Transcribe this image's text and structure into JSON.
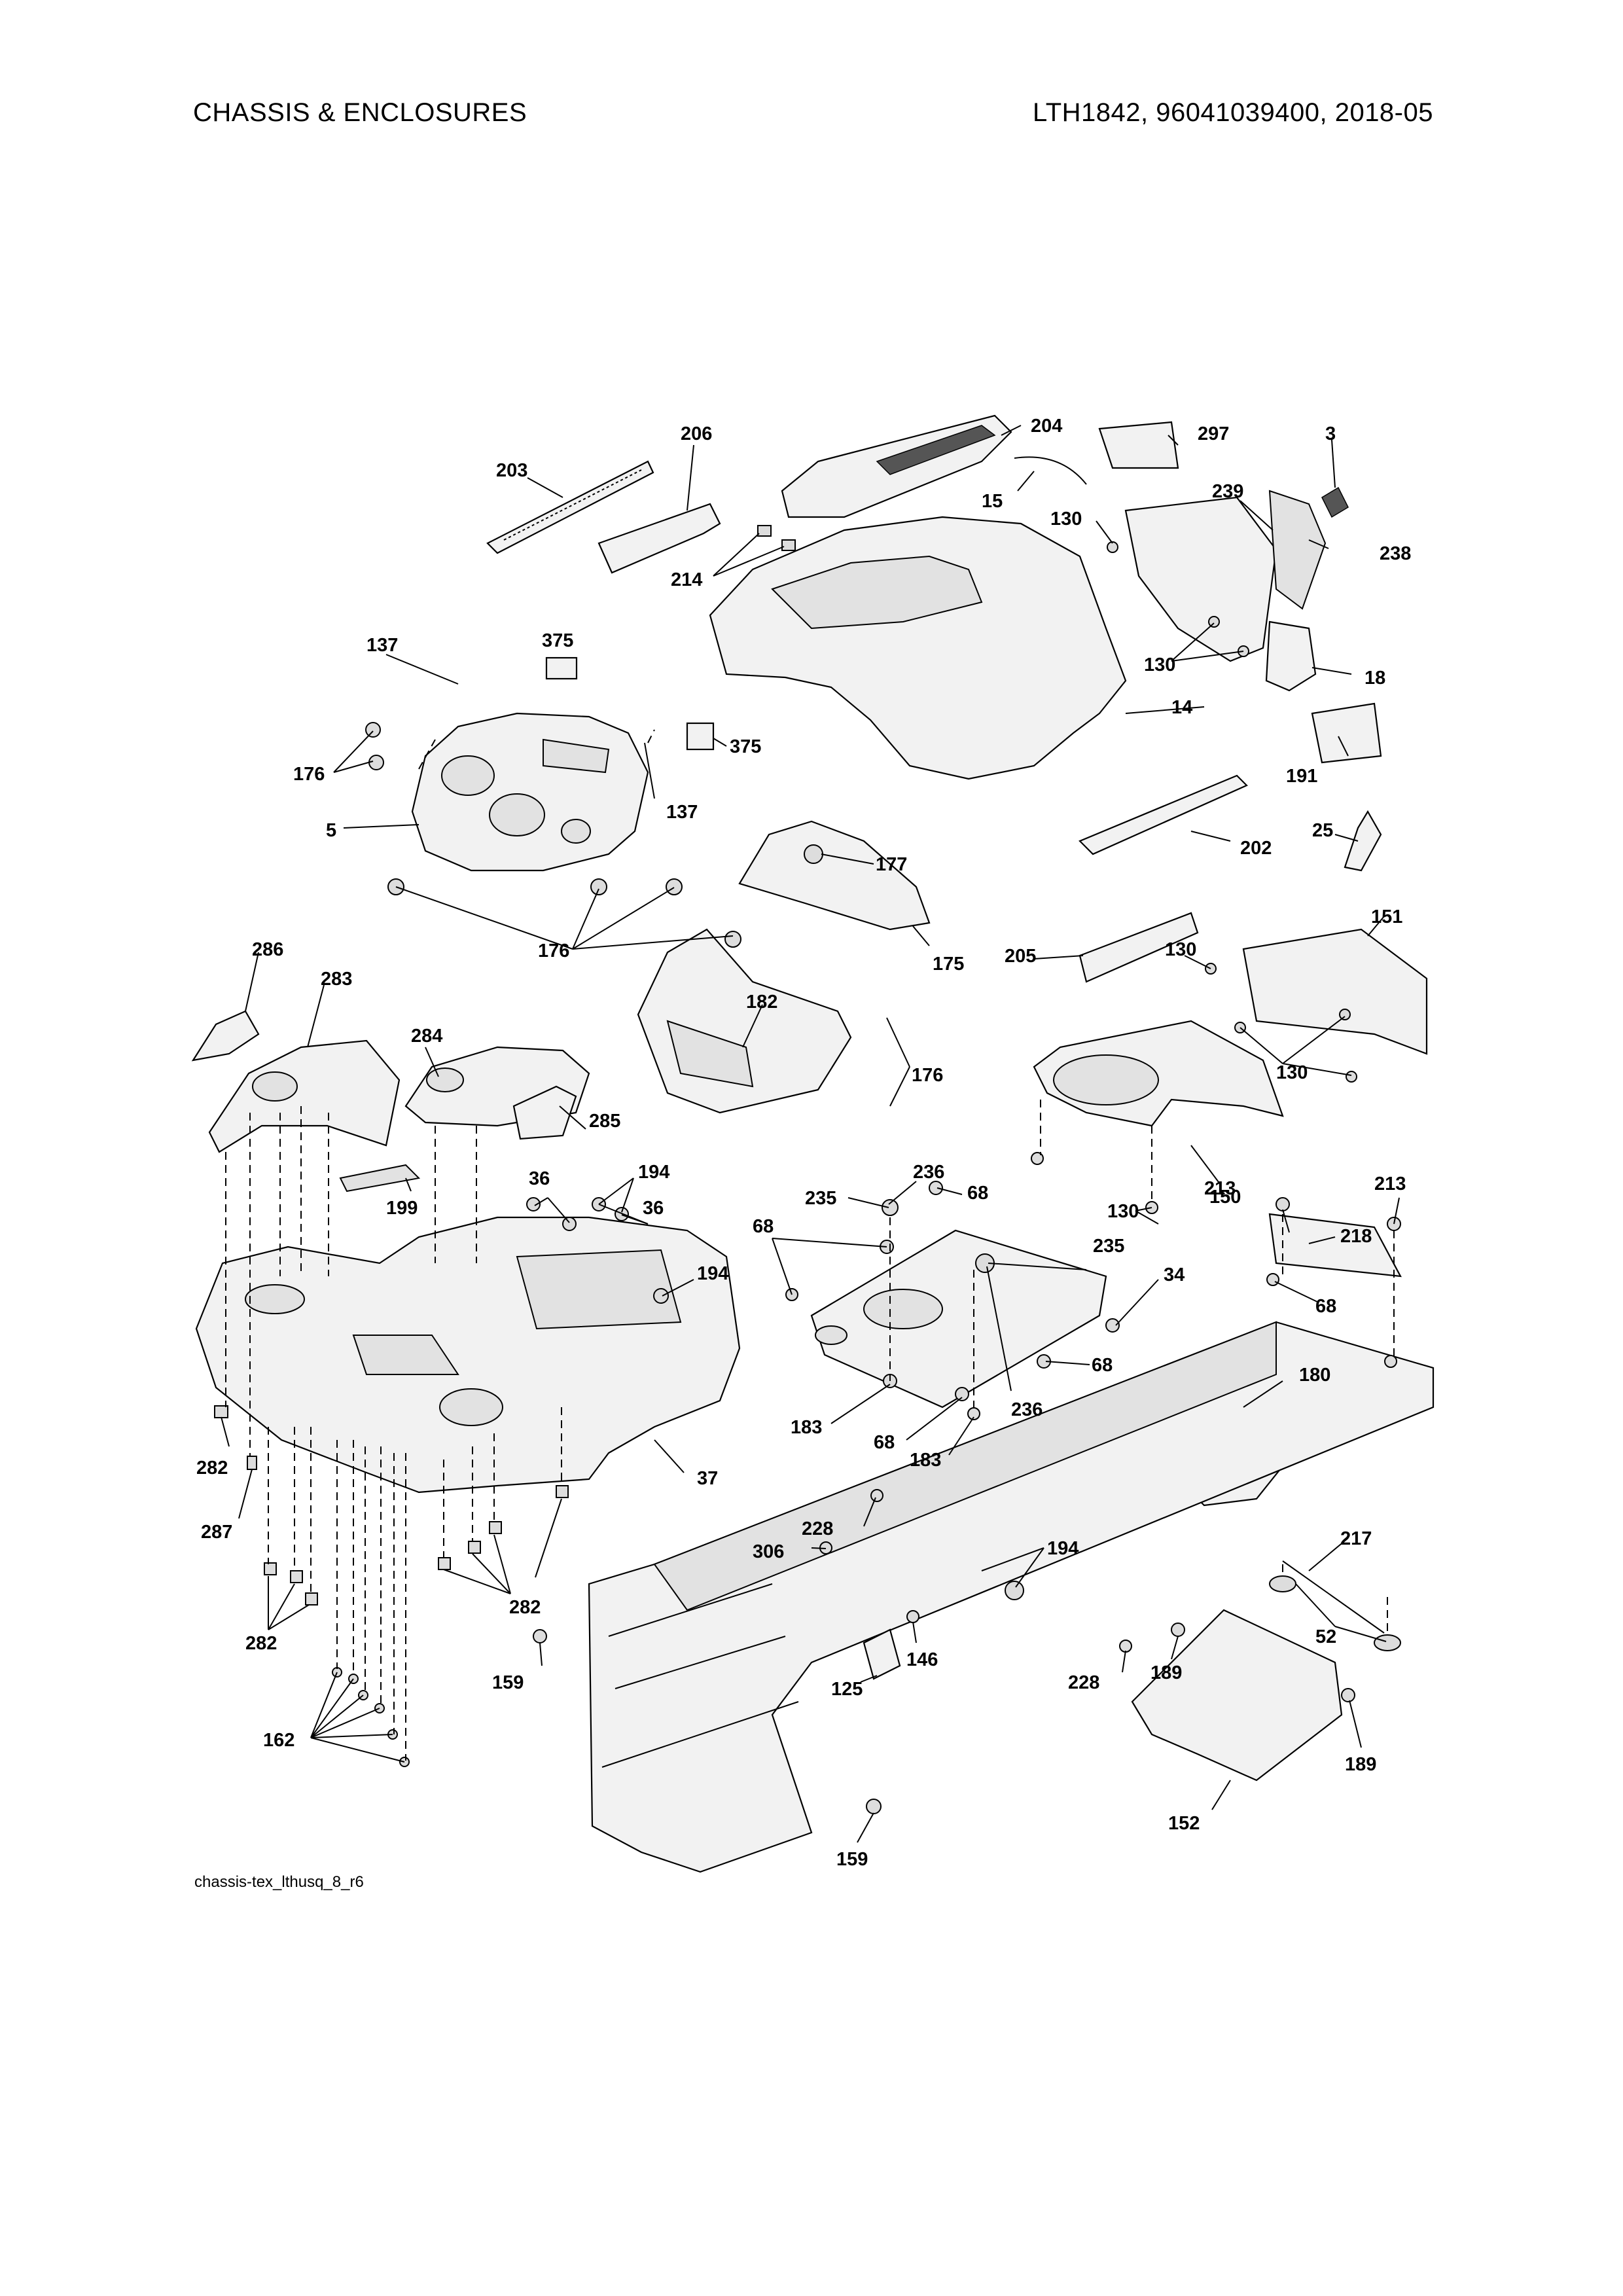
{
  "header": {
    "section_title": "CHASSIS & ENCLOSURES",
    "model_info": "LTH1842, 96041039400, 2018-05"
  },
  "diagram": {
    "footer_code": "chassis-tex_lthusq_8_r6",
    "callouts": [
      {
        "id": "c203",
        "text": "203"
      },
      {
        "id": "c206",
        "text": "206"
      },
      {
        "id": "c204",
        "text": "204"
      },
      {
        "id": "c297",
        "text": "297"
      },
      {
        "id": "c3",
        "text": "3"
      },
      {
        "id": "c15",
        "text": "15"
      },
      {
        "id": "c130a",
        "text": "130"
      },
      {
        "id": "c239",
        "text": "239"
      },
      {
        "id": "c238",
        "text": "238"
      },
      {
        "id": "c214",
        "text": "214"
      },
      {
        "id": "c130b",
        "text": "130"
      },
      {
        "id": "c18",
        "text": "18"
      },
      {
        "id": "c137a",
        "text": "137"
      },
      {
        "id": "c375a",
        "text": "375"
      },
      {
        "id": "c14",
        "text": "14"
      },
      {
        "id": "c375b",
        "text": "375"
      },
      {
        "id": "c191",
        "text": "191"
      },
      {
        "id": "c176a",
        "text": "176"
      },
      {
        "id": "c137b",
        "text": "137"
      },
      {
        "id": "c5",
        "text": "5"
      },
      {
        "id": "c177",
        "text": "177"
      },
      {
        "id": "c202",
        "text": "202"
      },
      {
        "id": "c25",
        "text": "25"
      },
      {
        "id": "c175",
        "text": "175"
      },
      {
        "id": "c151",
        "text": "151"
      },
      {
        "id": "c130c",
        "text": "130"
      },
      {
        "id": "c205",
        "text": "205"
      },
      {
        "id": "c286",
        "text": "286"
      },
      {
        "id": "c176b",
        "text": "176"
      },
      {
        "id": "c283",
        "text": "283"
      },
      {
        "id": "c182",
        "text": "182"
      },
      {
        "id": "c130d",
        "text": "130"
      },
      {
        "id": "c284",
        "text": "284"
      },
      {
        "id": "c176c",
        "text": "176"
      },
      {
        "id": "c285",
        "text": "285"
      },
      {
        "id": "c150",
        "text": "150"
      },
      {
        "id": "c130e",
        "text": "130"
      },
      {
        "id": "c36a",
        "text": "36"
      },
      {
        "id": "c194a",
        "text": "194"
      },
      {
        "id": "c199",
        "text": "199"
      },
      {
        "id": "c36b",
        "text": "36"
      },
      {
        "id": "c235a",
        "text": "235"
      },
      {
        "id": "c236a",
        "text": "236"
      },
      {
        "id": "c68a",
        "text": "68"
      },
      {
        "id": "c213a",
        "text": "213"
      },
      {
        "id": "c213b",
        "text": "213"
      },
      {
        "id": "c68b",
        "text": "68"
      },
      {
        "id": "c235b",
        "text": "235"
      },
      {
        "id": "c218",
        "text": "218"
      },
      {
        "id": "c194b",
        "text": "194"
      },
      {
        "id": "c34",
        "text": "34"
      },
      {
        "id": "c68c",
        "text": "68"
      },
      {
        "id": "c68d",
        "text": "68"
      },
      {
        "id": "c180",
        "text": "180"
      },
      {
        "id": "c183a",
        "text": "183"
      },
      {
        "id": "c236b",
        "text": "236"
      },
      {
        "id": "c68e",
        "text": "68"
      },
      {
        "id": "c183b",
        "text": "183"
      },
      {
        "id": "c282a",
        "text": "282"
      },
      {
        "id": "c37",
        "text": "37"
      },
      {
        "id": "c287",
        "text": "287"
      },
      {
        "id": "c228a",
        "text": "228"
      },
      {
        "id": "c306",
        "text": "306"
      },
      {
        "id": "c194c",
        "text": "194"
      },
      {
        "id": "c217",
        "text": "217"
      },
      {
        "id": "c282b",
        "text": "282"
      },
      {
        "id": "c282c",
        "text": "282"
      },
      {
        "id": "c52",
        "text": "52"
      },
      {
        "id": "c146",
        "text": "146"
      },
      {
        "id": "c159a",
        "text": "159"
      },
      {
        "id": "c125",
        "text": "125"
      },
      {
        "id": "c189a",
        "text": "189"
      },
      {
        "id": "c228b",
        "text": "228"
      },
      {
        "id": "c162",
        "text": "162"
      },
      {
        "id": "c189b",
        "text": "189"
      },
      {
        "id": "c152",
        "text": "152"
      },
      {
        "id": "c159b",
        "text": "159"
      }
    ]
  }
}
